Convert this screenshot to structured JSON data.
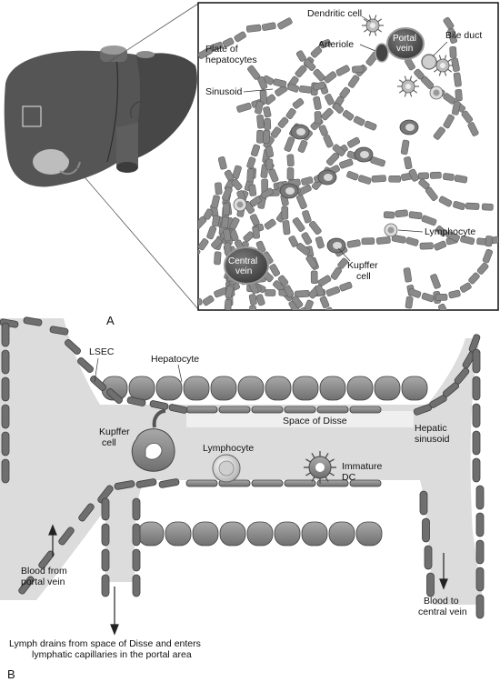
{
  "panel_a": {
    "letter": "A",
    "labels": {
      "dendritic_cell": "Dendritic cell",
      "bile_duct": "Bile duct",
      "plate_line1": "Plate of",
      "plate_line2": "hepatocytes",
      "arteriole": "Arteriole",
      "portal_line1": "Portal",
      "portal_line2": "vein",
      "sinusoid": "Sinusoid",
      "lymphocyte": "Lymphocyte",
      "central_line1": "Central",
      "central_line2": "vein",
      "kupffer_line1": "Kupffer",
      "kupffer_line2": "cell"
    }
  },
  "panel_b": {
    "letter": "B",
    "labels": {
      "lsec": "LSEC",
      "hepatocyte": "Hepatocyte",
      "space_of_disse": "Space of Disse",
      "hepatic_line1": "Hepatic",
      "hepatic_line2": "sinusoid",
      "kupffer_line1": "Kupffer",
      "kupffer_line2": "cell",
      "lymphocyte": "Lymphocyte",
      "immature_line1": "Immature",
      "immature_line2": "DC",
      "blood_from_line1": "Blood from",
      "blood_from_line2": "portal vein",
      "blood_to_line1": "Blood to",
      "blood_to_line2": "central vein",
      "lymph_line1": "Lymph drains from space of Disse and enters",
      "lymph_line2": "lymphatic capillaries in the portal area"
    }
  },
  "colors": {
    "plate": "#8a8a8a",
    "plate_edge": "#5c5c5c",
    "lumen": "#d9d9d9",
    "liver": "#4f4f4f",
    "vein": "#5a5a5a"
  }
}
